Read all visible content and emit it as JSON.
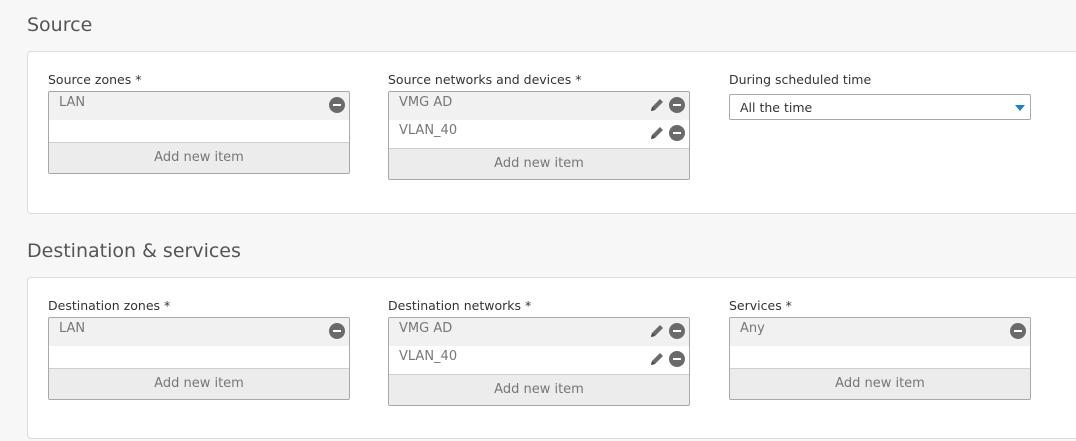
{
  "source": {
    "title": "Source",
    "zones": {
      "label": "Source zones *",
      "items": [
        "LAN"
      ],
      "add_label": "Add new item"
    },
    "networks": {
      "label": "Source networks and devices *",
      "items": [
        "VMG AD",
        "VLAN_40"
      ],
      "add_label": "Add new item"
    },
    "schedule": {
      "label": "During scheduled time",
      "value": "All the time"
    }
  },
  "destination": {
    "title": "Destination & services",
    "zones": {
      "label": "Destination zones *",
      "items": [
        "LAN"
      ],
      "add_label": "Add new item"
    },
    "networks": {
      "label": "Destination networks *",
      "items": [
        "VMG AD",
        "VLAN_40"
      ],
      "add_label": "Add new item"
    },
    "services": {
      "label": "Services *",
      "items": [
        "Any"
      ],
      "add_label": "Add new item"
    }
  },
  "icons": {
    "remove": "minus-circle-icon",
    "edit": "pencil-icon",
    "dropdown": "caret-down-icon"
  },
  "colors": {
    "accent": "#1f7fc4",
    "icon": "#6a6a6a"
  }
}
